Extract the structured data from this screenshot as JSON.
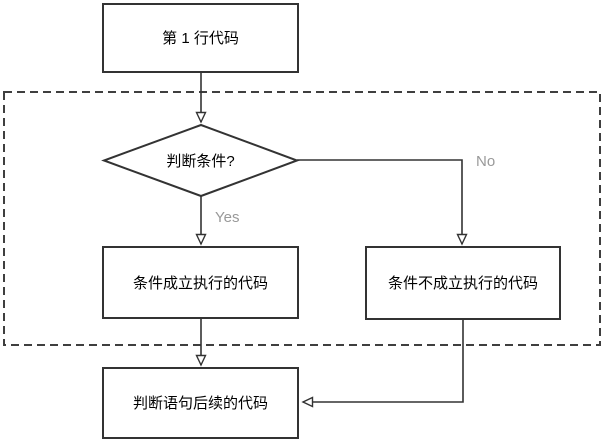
{
  "diagram": {
    "nodes": {
      "start": {
        "label": "第 1 行代码"
      },
      "condition": {
        "label": "判断条件?"
      },
      "true_branch": {
        "label": "条件成立执行的代码"
      },
      "false_branch": {
        "label": "条件不成立执行的代码"
      },
      "end": {
        "label": "判断语句后续的代码"
      }
    },
    "edges": {
      "yes_label": "Yes",
      "no_label": "No"
    },
    "colors": {
      "shape_stroke": "#333333",
      "connector_stroke": "#333333",
      "dashed_border": "#3f3f3f",
      "node_text": "#000000",
      "edge_label_text": "#999999",
      "shape_fill": "#ffffff",
      "background": "#ffffff"
    }
  }
}
